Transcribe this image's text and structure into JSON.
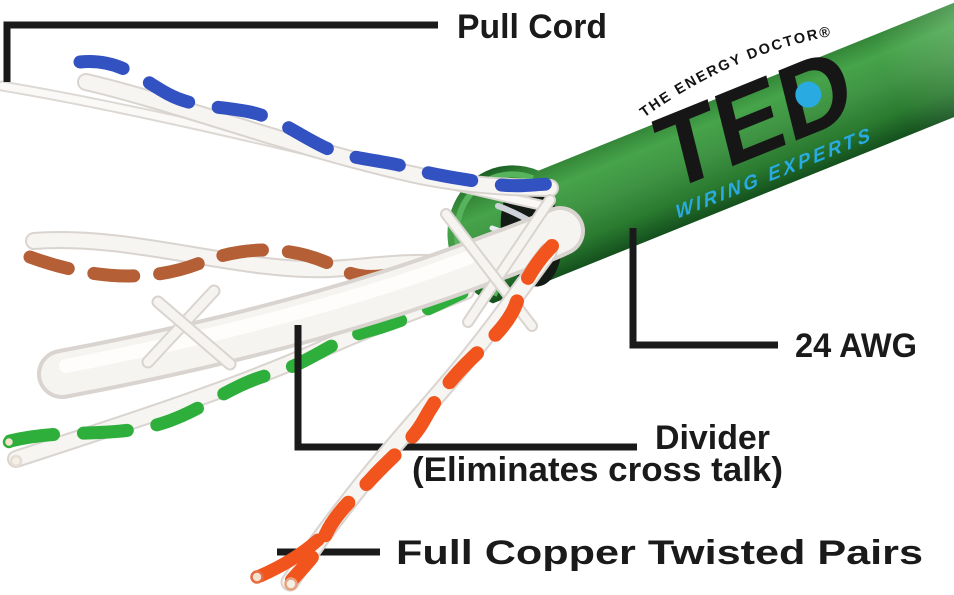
{
  "diagram": {
    "type": "cable-callout-diagram",
    "callouts": {
      "pull_cord": {
        "label": "Pull Cord"
      },
      "awg": {
        "label": "24 AWG"
      },
      "divider": {
        "label": "Divider",
        "sublabel": "(Eliminates cross talk)"
      },
      "pairs": {
        "label": "Full Copper Twisted Pairs"
      }
    },
    "brand": {
      "arc_text": "THE ENERGY DOCTOR®",
      "name": "TED",
      "tagline": "WIRING EXPERTS"
    },
    "colors": {
      "jacket_green": "#3f9343",
      "jacket_dark": "#1b5e24",
      "brand_cyan": "#29aae1",
      "logo_black": "#161616",
      "callout_black": "#1a1a1a",
      "wire_blue": "#3352c1",
      "wire_brown": "#b45f36",
      "wire_green": "#2eae3b",
      "wire_orange": "#f2541d",
      "wire_white": "#f7f5f2"
    }
  }
}
